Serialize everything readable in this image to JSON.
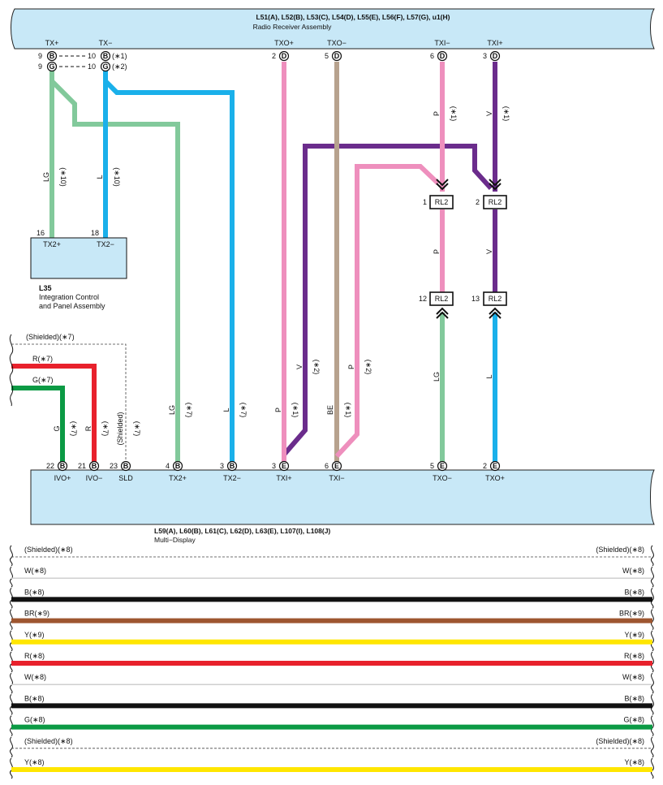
{
  "radio": {
    "title": "L51(A), L52(B), L53(C), L54(D), L55(E), L56(F), L57(G), u1(H)",
    "name": "Radio Receiver Assembly",
    "pins": [
      {
        "sig": "TX+",
        "num": "9",
        "conn": "B",
        "note": "",
        "alt_num": "9",
        "alt_conn": "G"
      },
      {
        "sig": "TX−",
        "num": "10",
        "conn": "B",
        "note": "(∗1)",
        "alt_num": "10",
        "alt_conn": "G",
        "alt_note": "(∗2)"
      },
      {
        "sig": "TXO+",
        "num": "2",
        "conn": "D"
      },
      {
        "sig": "TXO−",
        "num": "5",
        "conn": "D"
      },
      {
        "sig": "TXI−",
        "num": "6",
        "conn": "D"
      },
      {
        "sig": "TXI+",
        "num": "3",
        "conn": "D"
      }
    ]
  },
  "l35": {
    "id": "L35",
    "name_line1": "Integration Control",
    "name_line2": "and Panel Assembly",
    "pins": [
      {
        "num": "16",
        "sig": "TX2+"
      },
      {
        "num": "18",
        "sig": "TX2−"
      }
    ]
  },
  "relay": {
    "label": "RL2",
    "pins": [
      "1",
      "2",
      "12",
      "13"
    ]
  },
  "display": {
    "title": "L59(A), L60(B), L61(C), L62(D), L63(E), L107(I), L108(J)",
    "name": "Multi−Display",
    "pins": [
      {
        "num": "22",
        "conn": "B",
        "sig": "IVO+"
      },
      {
        "num": "21",
        "conn": "B",
        "sig": "IVO−"
      },
      {
        "num": "23",
        "conn": "B",
        "sig": "SLD"
      },
      {
        "num": "4",
        "conn": "B",
        "sig": "TX2+"
      },
      {
        "num": "3",
        "conn": "B",
        "sig": "TX2−"
      },
      {
        "num": "3",
        "conn": "E",
        "sig": "TXI+"
      },
      {
        "num": "6",
        "conn": "E",
        "sig": "TXI−"
      },
      {
        "num": "5",
        "conn": "E",
        "sig": "TXO−"
      },
      {
        "num": "2",
        "conn": "E",
        "sig": "TXO+"
      }
    ]
  },
  "wire_labels": {
    "lg_10": [
      "LG",
      "(∗10)"
    ],
    "l_10": [
      "L",
      "(∗10)"
    ],
    "p_1_top": [
      "P",
      "(∗1)"
    ],
    "v_1_top": [
      "V",
      "(∗1)"
    ],
    "p_mid": "P",
    "v_mid": "V",
    "lg_low": "LG",
    "l_low": "L",
    "shielded_top": "(Shielded)(∗7)",
    "r7": "R(∗7)",
    "g7": "G(∗7)",
    "g_7": [
      "G",
      "(∗7)"
    ],
    "r_7": [
      "R",
      "(∗7)"
    ],
    "shielded_7": [
      "(Shielded)",
      "(∗7)"
    ],
    "lg_7": [
      "LG",
      "(∗7)"
    ],
    "l_7": [
      "L",
      "(∗7)"
    ],
    "p_1": [
      "P",
      "(∗1)"
    ],
    "v_2": [
      "V",
      "(∗2)"
    ],
    "be_1": [
      "BE",
      "(∗1)"
    ],
    "p_2": [
      "P",
      "(∗2)"
    ]
  },
  "colors": {
    "panel": "#c8e8f7",
    "LG": "#82c99b",
    "L": "#1ab0ea",
    "P": "#ee8fbd",
    "V": "#6b2c8c",
    "BE": "#b7a28e",
    "R": "#e8212c",
    "G": "#0b9a44",
    "B": "#111111",
    "BR": "#9e5630",
    "Y": "#ffe600",
    "W": "#cfcfcf"
  },
  "legend_wires": [
    {
      "label": "(Shielded)(∗8)",
      "color": "shield"
    },
    {
      "label": "W(∗8)",
      "color": "W"
    },
    {
      "label": "B(∗8)",
      "color": "B"
    },
    {
      "label": "BR(∗9)",
      "color": "BR"
    },
    {
      "label": "Y(∗9)",
      "color": "Y"
    },
    {
      "label": "R(∗8)",
      "color": "R"
    },
    {
      "label": "W(∗8)",
      "color": "W"
    },
    {
      "label": "B(∗8)",
      "color": "B"
    },
    {
      "label": "G(∗8)",
      "color": "G"
    },
    {
      "label": "(Shielded)(∗8)",
      "color": "shield"
    },
    {
      "label": "Y(∗8)",
      "color": "Y"
    }
  ]
}
